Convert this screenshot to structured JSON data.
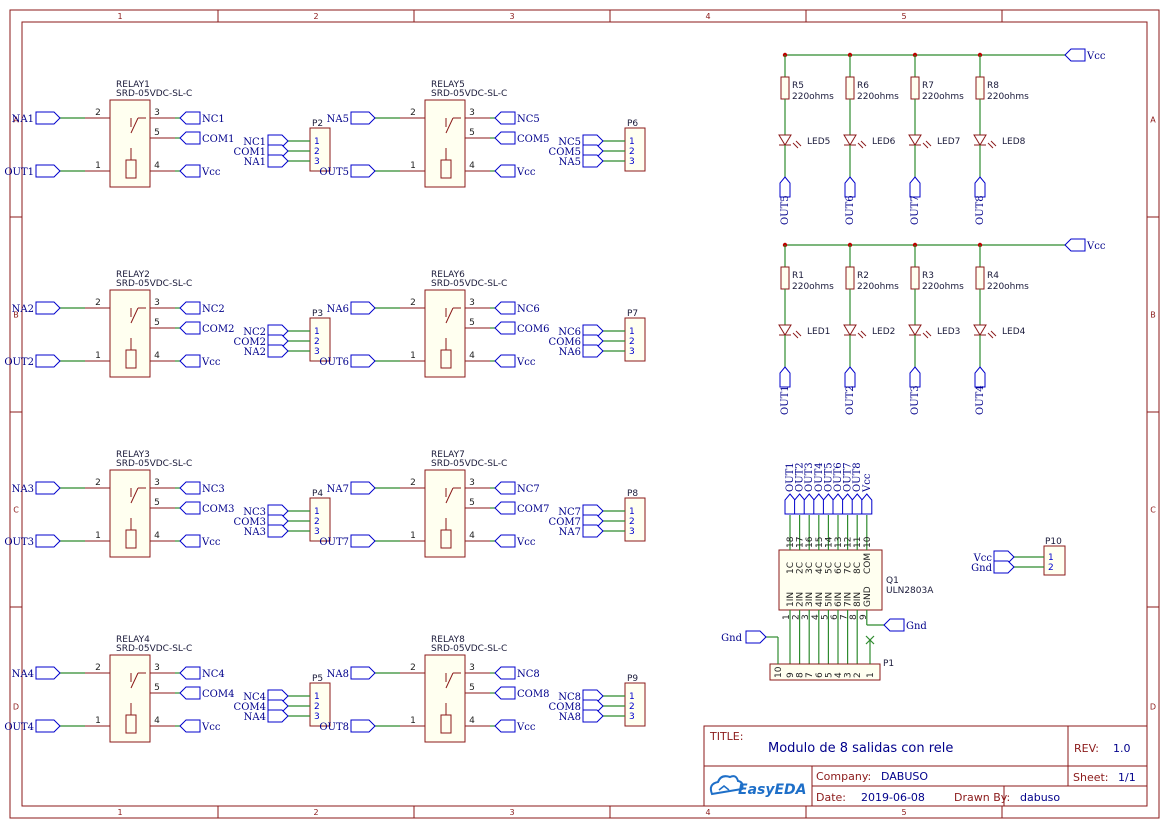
{
  "frame": {
    "col_labels": [
      "1",
      "2",
      "3",
      "4",
      "5"
    ],
    "row_labels": [
      "A",
      "B",
      "C",
      "D"
    ]
  },
  "relays": [
    {
      "ref": "RELAY1",
      "value": "SRD-05VDC-SL-C",
      "na": "NA1",
      "nc": "NC1",
      "com": "COM1",
      "out": "OUT1",
      "vcc": "Vcc",
      "hdr": "P2"
    },
    {
      "ref": "RELAY2",
      "value": "SRD-05VDC-SL-C",
      "na": "NA2",
      "nc": "NC2",
      "com": "COM2",
      "out": "OUT2",
      "vcc": "Vcc",
      "hdr": "P3"
    },
    {
      "ref": "RELAY3",
      "value": "SRD-05VDC-SL-C",
      "na": "NA3",
      "nc": "NC3",
      "com": "COM3",
      "out": "OUT3",
      "vcc": "Vcc",
      "hdr": "P4"
    },
    {
      "ref": "RELAY4",
      "value": "SRD-05VDC-SL-C",
      "na": "NA4",
      "nc": "NC4",
      "com": "COM4",
      "out": "OUT4",
      "vcc": "Vcc",
      "hdr": "P5"
    },
    {
      "ref": "RELAY5",
      "value": "SRD-05VDC-SL-C",
      "na": "NA5",
      "nc": "NC5",
      "com": "COM5",
      "out": "OUT5",
      "vcc": "Vcc",
      "hdr": "P6"
    },
    {
      "ref": "RELAY6",
      "value": "SRD-05VDC-SL-C",
      "na": "NA6",
      "nc": "NC6",
      "com": "COM6",
      "out": "OUT6",
      "vcc": "Vcc",
      "hdr": "P7"
    },
    {
      "ref": "RELAY7",
      "value": "SRD-05VDC-SL-C",
      "na": "NA7",
      "nc": "NC7",
      "com": "COM7",
      "out": "OUT7",
      "vcc": "Vcc",
      "hdr": "P8"
    },
    {
      "ref": "RELAY8",
      "value": "SRD-05VDC-SL-C",
      "na": "NA8",
      "nc": "NC8",
      "com": "COM8",
      "out": "OUT8",
      "vcc": "Vcc",
      "hdr": "P9"
    }
  ],
  "relay_pins": [
    "2",
    "3",
    "5",
    "1",
    "4"
  ],
  "header_pins": [
    "1",
    "2",
    "3"
  ],
  "led_groups": [
    {
      "vcc": "Vcc",
      "items": [
        {
          "r": "R5",
          "rv": "220ohms",
          "led": "LED5",
          "out": "OUT5"
        },
        {
          "r": "R6",
          "rv": "220ohms",
          "led": "LED6",
          "out": "OUT6"
        },
        {
          "r": "R7",
          "rv": "220ohms",
          "led": "LED7",
          "out": "OUT7"
        },
        {
          "r": "R8",
          "rv": "220ohms",
          "led": "LED8",
          "out": "OUT8"
        }
      ]
    },
    {
      "vcc": "Vcc",
      "items": [
        {
          "r": "R1",
          "rv": "220ohms",
          "led": "LED1",
          "out": "OUT1"
        },
        {
          "r": "R2",
          "rv": "220ohms",
          "led": "LED2",
          "out": "OUT2"
        },
        {
          "r": "R3",
          "rv": "220ohms",
          "led": "LED3",
          "out": "OUT3"
        },
        {
          "r": "R4",
          "rv": "220ohms",
          "led": "LED4",
          "out": "OUT4"
        }
      ]
    }
  ],
  "uln": {
    "ref": "Q1",
    "value": "ULN2803A",
    "top_nets": [
      "OUT1",
      "OUT2",
      "OUT3",
      "OUT4",
      "OUT5",
      "OUT6",
      "OUT7",
      "OUT8",
      "Vcc"
    ],
    "top_pin_nums": [
      "18",
      "17",
      "16",
      "15",
      "14",
      "13",
      "12",
      "11",
      "10"
    ],
    "top_pin_names": [
      "1C",
      "2C",
      "3C",
      "4C",
      "5C",
      "6C",
      "7C",
      "8C",
      "COM"
    ],
    "bot_pin_names": [
      "1IN",
      "2IN",
      "3IN",
      "4IN",
      "5IN",
      "6IN",
      "7IN",
      "8IN",
      "GND"
    ],
    "bot_pin_nums": [
      "1",
      "2",
      "3",
      "4",
      "5",
      "6",
      "7",
      "8",
      "9"
    ],
    "gnd_label": "Gnd"
  },
  "p1": {
    "ref": "P1",
    "pins": [
      "10",
      "9",
      "8",
      "7",
      "6",
      "5",
      "4",
      "3",
      "2",
      "1"
    ],
    "gnd_label": "Gnd"
  },
  "p10": {
    "ref": "P10",
    "pins": [
      "1",
      "2"
    ],
    "nets": [
      "Vcc",
      "Gnd"
    ]
  },
  "title_block": {
    "title_label": "TITLE:",
    "title": "Modulo de 8 salidas con rele",
    "rev_label": "REV:",
    "rev": "1.0",
    "company_label": "Company:",
    "company": "DABUSO",
    "sheet_label": "Sheet:",
    "sheet": "1/1",
    "date_label": "Date:",
    "date": "2019-06-08",
    "drawn_label": "Drawn By:",
    "drawn": "dabuso",
    "logo_text": "EasyEDA"
  }
}
